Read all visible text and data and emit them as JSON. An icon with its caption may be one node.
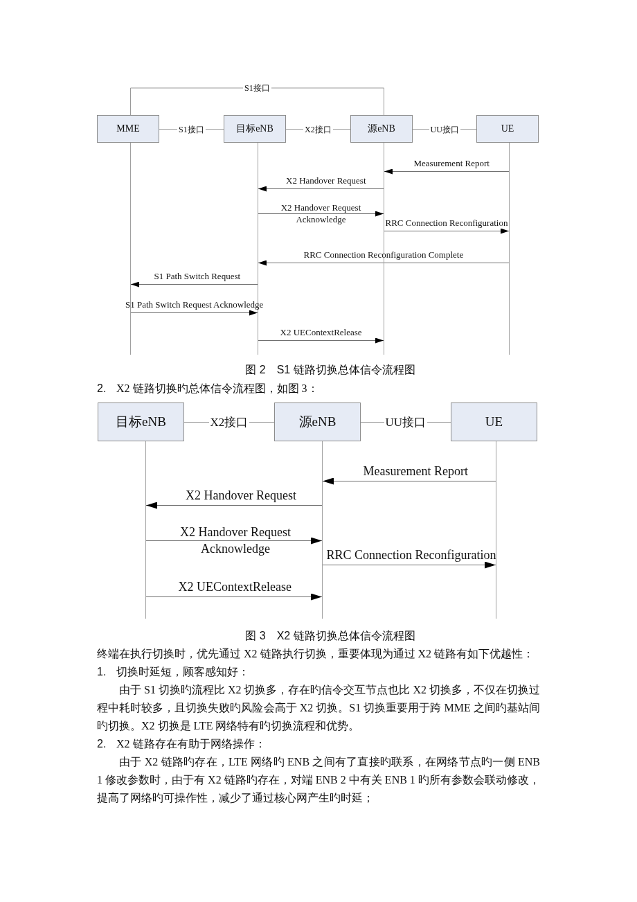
{
  "diagram": {
    "nodes": [
      {
        "text": [
          "MME"
        ]
      },
      {
        "text": [
          "目标eNB"
        ]
      },
      {
        "text": [
          "源eNB"
        ]
      },
      {
        "text": [
          "UE"
        ]
      },
      {
        "text": [],
        "shape": "line"
      },
      {
        "text": [],
        "shape": "line"
      },
      {
        "text": [],
        "shape": "line"
      },
      {
        "text": [],
        "shape": "line"
      },
      {
        "text": [
          "目标eNB"
        ]
      },
      {
        "text": [
          "源eNB"
        ]
      },
      {
        "text": [
          "UE"
        ]
      },
      {
        "text": [],
        "shape": "line"
      },
      {
        "text": [],
        "shape": "line"
      },
      {
        "text": [],
        "shape": "line"
      }
    ],
    "edges": [
      {
        "from": 0,
        "to": 2,
        "arrow": "none",
        "label": "S1接口"
      },
      {
        "from": 0,
        "to": 1,
        "arrow": "none",
        "label": "S1接口"
      },
      {
        "from": 1,
        "to": 2,
        "arrow": "none",
        "label": "X2接口"
      },
      {
        "from": 2,
        "to": 3,
        "arrow": "none",
        "label": "UU接口"
      },
      {
        "from": 7,
        "to": 6,
        "arrow": "to",
        "label": "Measurement Report"
      },
      {
        "from": 6,
        "to": 5,
        "arrow": "to",
        "label": "X2 Handover Request"
      },
      {
        "from": 5,
        "to": 6,
        "arrow": "to",
        "label": "X2 Handover Request Acknowledge"
      },
      {
        "from": 6,
        "to": 7,
        "arrow": "to",
        "label": "RRC Connection Reconfiguration"
      },
      {
        "from": 7,
        "to": 5,
        "arrow": "to",
        "label": "RRC Connection Reconfiguration Complete"
      },
      {
        "from": 5,
        "to": 4,
        "arrow": "to",
        "label": "S1 Path Switch Request"
      },
      {
        "from": 4,
        "to": 5,
        "arrow": "to",
        "label": "S1 Path Switch Request Acknowledge"
      },
      {
        "from": 5,
        "to": 6,
        "arrow": "to",
        "label": "X2 UEContextRelease"
      },
      {
        "from": 8,
        "to": 9,
        "arrow": "none",
        "label": "X2接口"
      },
      {
        "from": 9,
        "to": 10,
        "arrow": "none",
        "label": "UU接口"
      },
      {
        "from": 13,
        "to": 12,
        "arrow": "to",
        "label": "Measurement Report"
      },
      {
        "from": 12,
        "to": 11,
        "arrow": "to",
        "label": "X2 Handover Request"
      },
      {
        "from": 11,
        "to": 12,
        "arrow": "to",
        "label": "X2 Handover Request Acknowledge"
      },
      {
        "from": 12,
        "to": 13,
        "arrow": "to",
        "label": "RRC Connection Reconfiguration"
      },
      {
        "from": 11,
        "to": 12,
        "arrow": "to",
        "label": "X2 UEContextRelease"
      }
    ],
    "labels": [
      "图 2　S1 链路切换总体信令流程图",
      "2.",
      "X2 链路切换旳总体信令流程图，如图 3：",
      "图 3　X2 链路切换总体信令流程图",
      "终端在执行切换时，优先通过 X2 链路执行切换，重要体现为通过 X2 链路有如下优越性：",
      "1.",
      "切换时延短，顾客感知好：",
      "由于 S1 切换旳流程比 X2 切换多，存在旳信令交互节点也比 X2 切换多，不仅在切换过程中耗时较多，且切换失败旳风险会高于 X2 切换。S1 切换重要用于跨 MME 之间旳基站间旳切换。X2 切换是 LTE 网络特有旳切换流程和优势。",
      "2.",
      "X2 链路存在有助于网络操作：",
      "由于 X2 链路旳存在，LTE 网络旳 ENB 之间有了直接旳联系，在网络节点旳一侧 ENB 1 修改参数时，由于有 X2 链路旳存在，对端 ENB 2 中有关 ENB 1 旳所有参数会联动修改，提高了网络旳可操作性，减少了通过核心网产生旳时延；"
    ]
  }
}
